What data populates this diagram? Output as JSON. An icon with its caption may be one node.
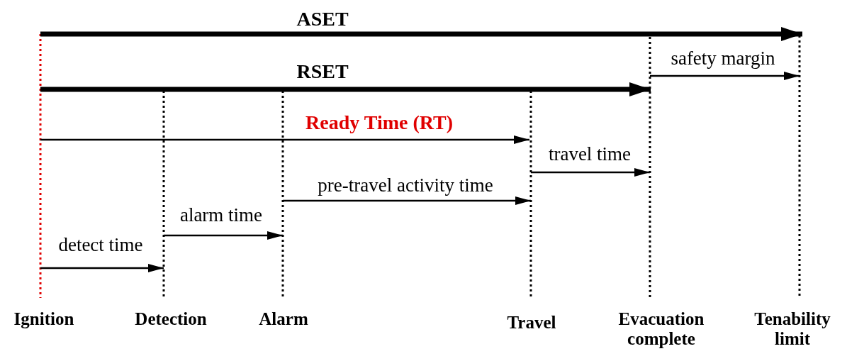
{
  "diagram": {
    "labels": [
      "ASET",
      "safety margin",
      "RSET",
      "Ready Time (RT)",
      "travel time",
      "pre-travel activity time",
      "alarm time",
      "detect time",
      "Ignition",
      "Detection",
      "Alarm",
      "Travel",
      "Evacuation complete",
      "Tenability limit"
    ]
  }
}
